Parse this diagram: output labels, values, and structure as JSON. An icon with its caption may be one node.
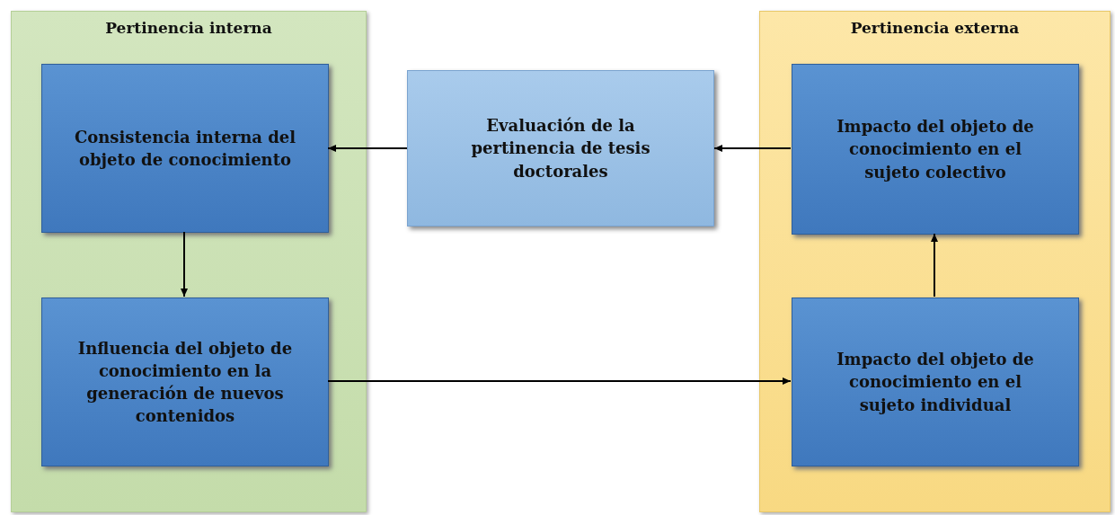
{
  "diagram": {
    "nodes": [
      {
        "text": [
          "Pertinencia interna"
        ]
      },
      {
        "text": [
          "Consistencia interna del objeto de conocimiento"
        ],
        "in": 0
      },
      {
        "text": [
          "Influencia del objeto de conocimiento en la generación de nuevos contenidos"
        ],
        "in": 0
      },
      {
        "text": [
          "Evaluación de la pertinencia de tesis doctorales"
        ]
      },
      {
        "text": [
          "Pertinencia externa"
        ]
      },
      {
        "text": [
          "Impacto del objeto de conocimiento en el sujeto colectivo"
        ],
        "in": 4
      },
      {
        "text": [
          "Impacto del objeto de conocimiento en el sujeto individual"
        ],
        "in": 4
      }
    ],
    "edges": [
      {
        "from": 3,
        "to": 1,
        "arrow": "to"
      },
      {
        "from": 1,
        "to": 2,
        "arrow": "to"
      },
      {
        "from": 2,
        "to": 6,
        "arrow": "to"
      },
      {
        "from": 6,
        "to": 5,
        "arrow": "to"
      },
      {
        "from": 5,
        "to": 3,
        "arrow": "to"
      }
    ]
  }
}
